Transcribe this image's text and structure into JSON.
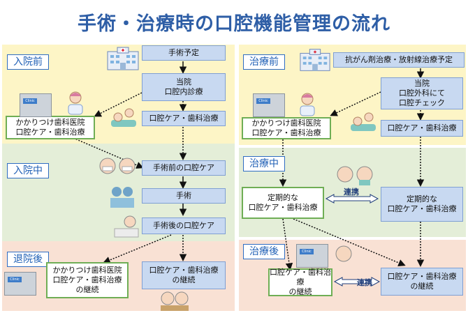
{
  "title": "手術・治療時の口腔機能管理の流れ",
  "left": {
    "tags": {
      "pre": "入院前",
      "during": "入院中",
      "after": "退院後"
    },
    "boxes": {
      "surgery_plan": "手術予定",
      "our_hospital": "当院\n口腔内診療",
      "family_dentist": "かかりつけ歯科医院\n口腔ケア・歯科治療",
      "oral_care": "口腔ケア・歯科治療",
      "pre_op_care": "手術前の口腔ケア",
      "surgery": "手術",
      "post_op_care": "手術後の口腔ケア",
      "family_dentist_cont": "かかりつけ歯科医院\n口腔ケア・歯科治療\nの継続",
      "oral_care_cont": "口腔ケア・歯科治療\nの継続"
    }
  },
  "right": {
    "tags": {
      "pre": "治療前",
      "during": "治療中",
      "after": "治療後"
    },
    "boxes": {
      "chemo_plan": "抗がん剤治療・放射線治療予定",
      "our_hospital": "当院\n口腔外科にて\n口腔チェック",
      "family_dentist": "かかりつけ歯科医院\n口腔ケア・歯科治療",
      "oral_care": "口腔ケア・歯科治療",
      "periodic_left": "定期的な\n口腔ケア・歯科治療",
      "periodic_right": "定期的な\n口腔ケア・歯科治療",
      "cont_left": "口腔ケア・歯科治療\nの継続",
      "cont_right": "口腔ケア・歯科治療\nの継続"
    },
    "renkei": "連携"
  },
  "clinic_sign": "Clinic",
  "colors": {
    "title": "#2e5ea6",
    "tag_border": "#2e6cc2",
    "box_fill": "#c8d9f1",
    "green_border": "#6fae55",
    "yellow_band": "#fdf5c6",
    "green_band": "#e4eed8",
    "pink_band": "#f9e1d4"
  }
}
